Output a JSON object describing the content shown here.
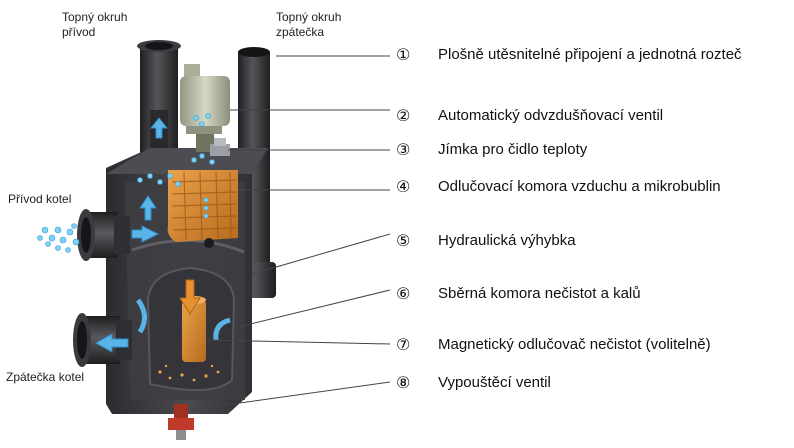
{
  "labels": {
    "supply_heating": [
      "Topný okruh",
      "přívod"
    ],
    "return_heating": [
      "Topný okruh",
      "zpátečka"
    ],
    "boiler_supply": "Přívod kotel",
    "boiler_return": "Zpátečka kotel"
  },
  "legend": [
    {
      "num": "①",
      "text": "Plošně utěsnitelné  připojení a jednotná rozteč"
    },
    {
      "num": "②",
      "text": "Automatický odvzdušňovací ventil"
    },
    {
      "num": "③",
      "text": "Jímka pro čidlo teploty"
    },
    {
      "num": "④",
      "text": "Odlučovací komora vzduchu a mikrobublin"
    },
    {
      "num": "⑤",
      "text": "Hydraulická výhybka"
    },
    {
      "num": "⑥",
      "text": "Sběrná komora nečistot a kalů"
    },
    {
      "num": "⑦",
      "text": "Magnetický odlučovač nečistot (volitelně)"
    },
    {
      "num": "⑧",
      "text": "Vypouštěcí ventil"
    }
  ],
  "colors": {
    "body": "#3a3a3e",
    "pipe": "#2e2e30",
    "copper": "#d58a2e",
    "water": "#5ab4e6",
    "valve": "#b8bfa6",
    "drain": "#c0392b"
  }
}
